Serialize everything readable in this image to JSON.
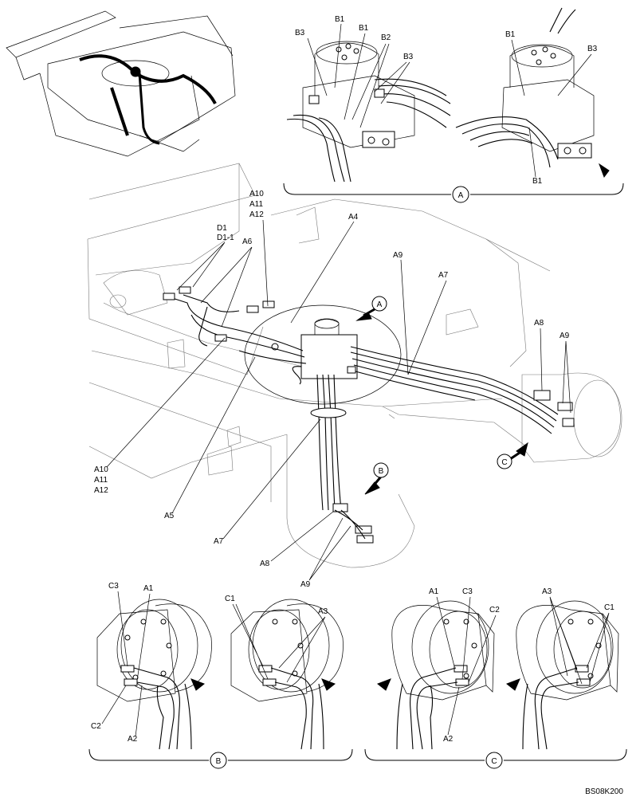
{
  "drawing": {
    "code": "BS08K200",
    "views": {
      "a": "A",
      "b": "B",
      "c": "C"
    }
  },
  "labels": {
    "a1": "A1",
    "a2": "A2",
    "a3": "A3",
    "a4": "A4",
    "a5": "A5",
    "a6": "A6",
    "a7": "A7",
    "a8": "A8",
    "a9": "A9",
    "a10": "A10",
    "a11": "A11",
    "a12": "A12",
    "b1": "B1",
    "b2": "B2",
    "b3": "B3",
    "c1": "C1",
    "c2": "C2",
    "c3": "C3",
    "d1": "D1",
    "d1_1": "D1-1"
  }
}
